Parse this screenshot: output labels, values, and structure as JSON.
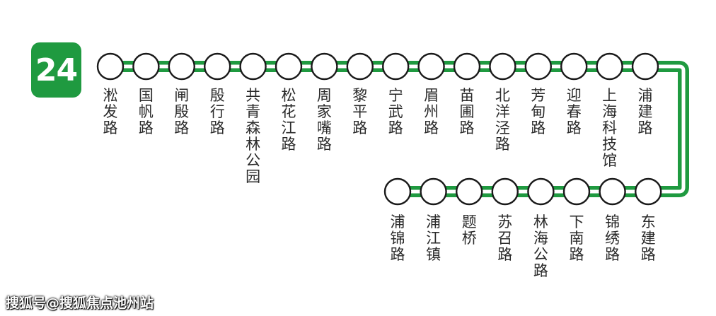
{
  "line": {
    "number": "24",
    "color": "#1f9a40",
    "stations_top": [
      "淞发路",
      "国帆路",
      "闸殷路",
      "殷行路",
      "共青森林公园",
      "松花江路",
      "周家嘴路",
      "黎平路",
      "宁武路",
      "眉州路",
      "苗圃路",
      "北洋泾路",
      "芳甸路",
      "迎春路",
      "上海科技馆",
      "浦建路"
    ],
    "stations_bottom": [
      "浦锦路",
      "浦江镇",
      "题桥",
      "苏召路",
      "林海公路",
      "下南路",
      "锦绣路",
      "东建路"
    ]
  },
  "watermark": "搜狐号@搜狐焦点池州站"
}
